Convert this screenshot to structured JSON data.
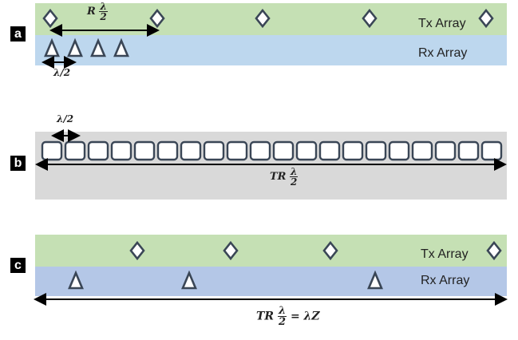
{
  "panels": [
    {
      "label": "a",
      "tx_label": "Tx Array",
      "rx_label": "Rx Array"
    },
    {
      "label": "b"
    },
    {
      "label": "c",
      "tx_label": "Tx Array",
      "rx_label": "Rx Array"
    }
  ],
  "math": {
    "a_top_prefix": "R",
    "a_bottom": "λ/2",
    "b_top": "λ/2",
    "b_bottom_prefix": "TR",
    "c_bottom_prefix": "TR",
    "c_bottom_suffix": "= λZ",
    "lambda": "λ",
    "two": "2"
  },
  "colors": {
    "tx": "#c5e0b4",
    "rx": "#bdd7ee",
    "rx_c": "#b4c7e7",
    "grey": "#d9d9d9",
    "element_stroke": "#3a4656"
  },
  "elements": {
    "a_tx_count": 5,
    "a_rx_count": 4,
    "b_cell_count": 20,
    "c_tx_count": 4,
    "c_rx_count": 3
  }
}
